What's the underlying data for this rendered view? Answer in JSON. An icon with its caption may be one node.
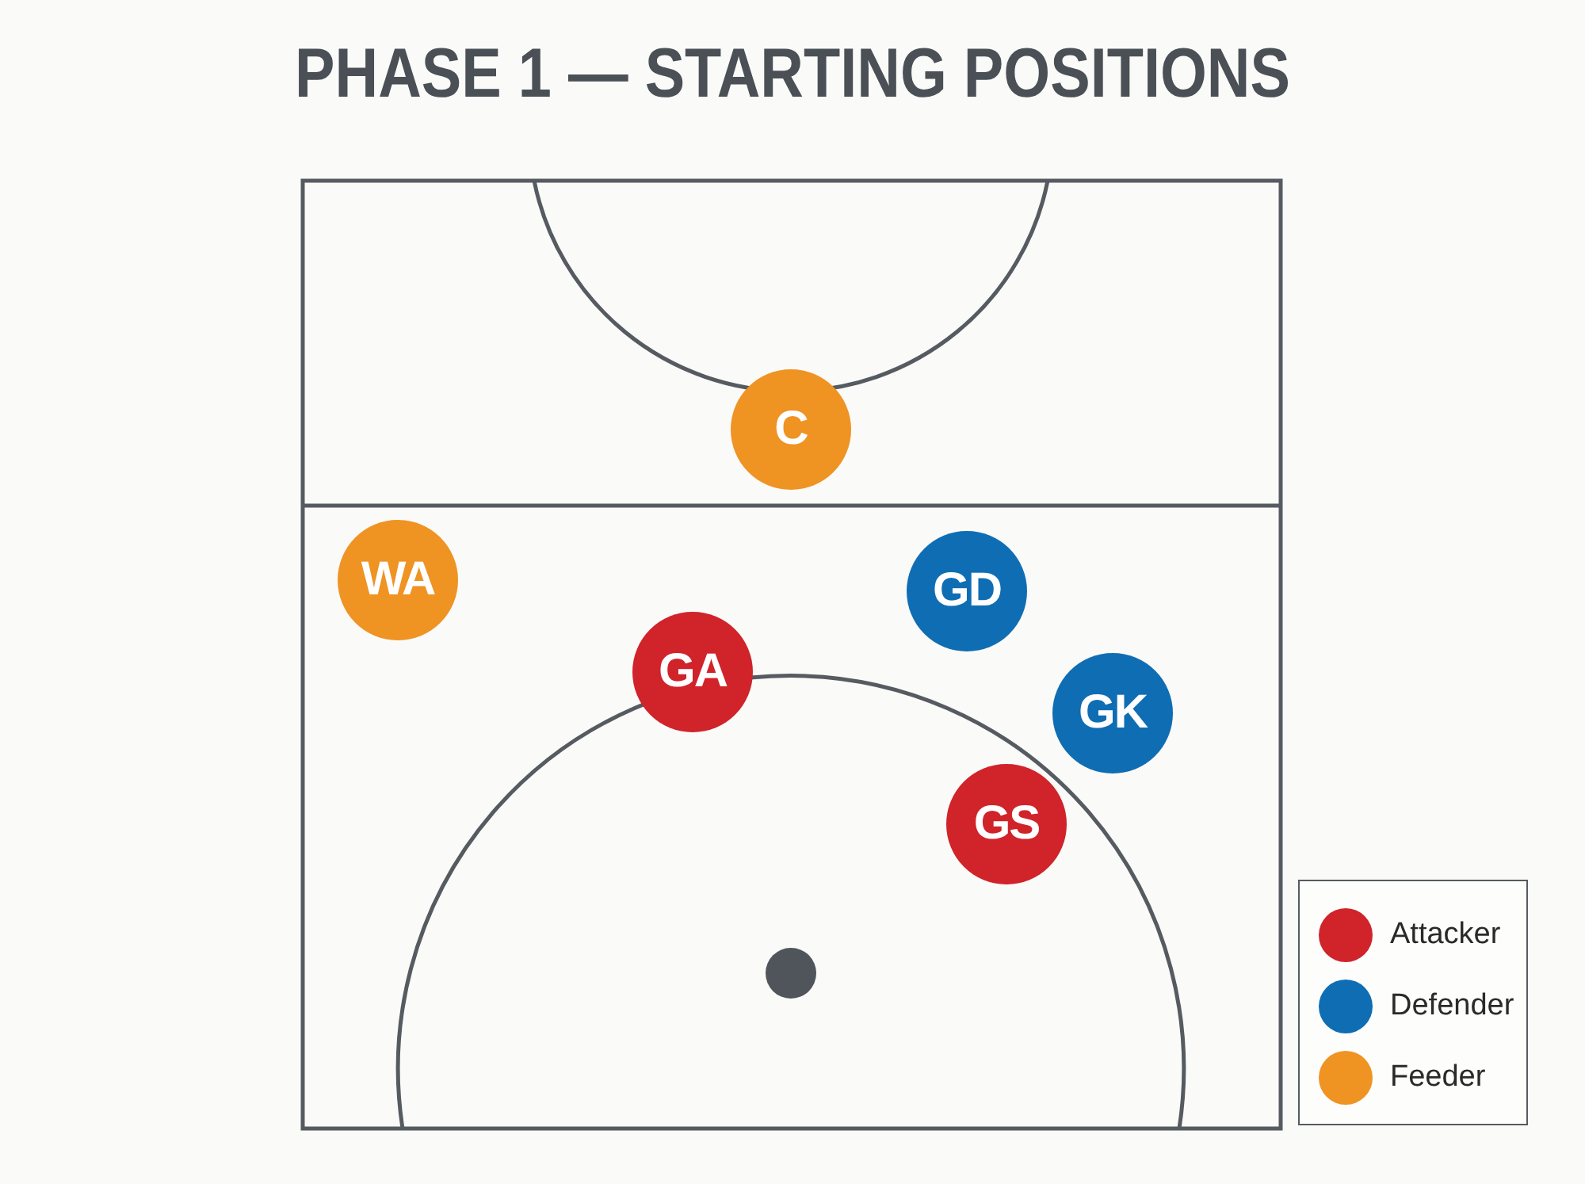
{
  "diagram": {
    "title": "PHASE 1 — STARTING POSITIONS",
    "nodes": [
      {
        "text": [
          "C"
        ]
      },
      {
        "text": [
          "WA"
        ]
      },
      {
        "text": [
          "GD"
        ]
      },
      {
        "text": [
          "GA"
        ]
      },
      {
        "text": [
          "GK"
        ]
      },
      {
        "text": [
          "GS"
        ]
      }
    ],
    "legend": [
      {
        "text": "Attacker",
        "color": "#d0232a"
      },
      {
        "text": "Defender",
        "color": "#0f6db3"
      },
      {
        "text": "Feeder",
        "color": "#ef9323"
      }
    ]
  }
}
